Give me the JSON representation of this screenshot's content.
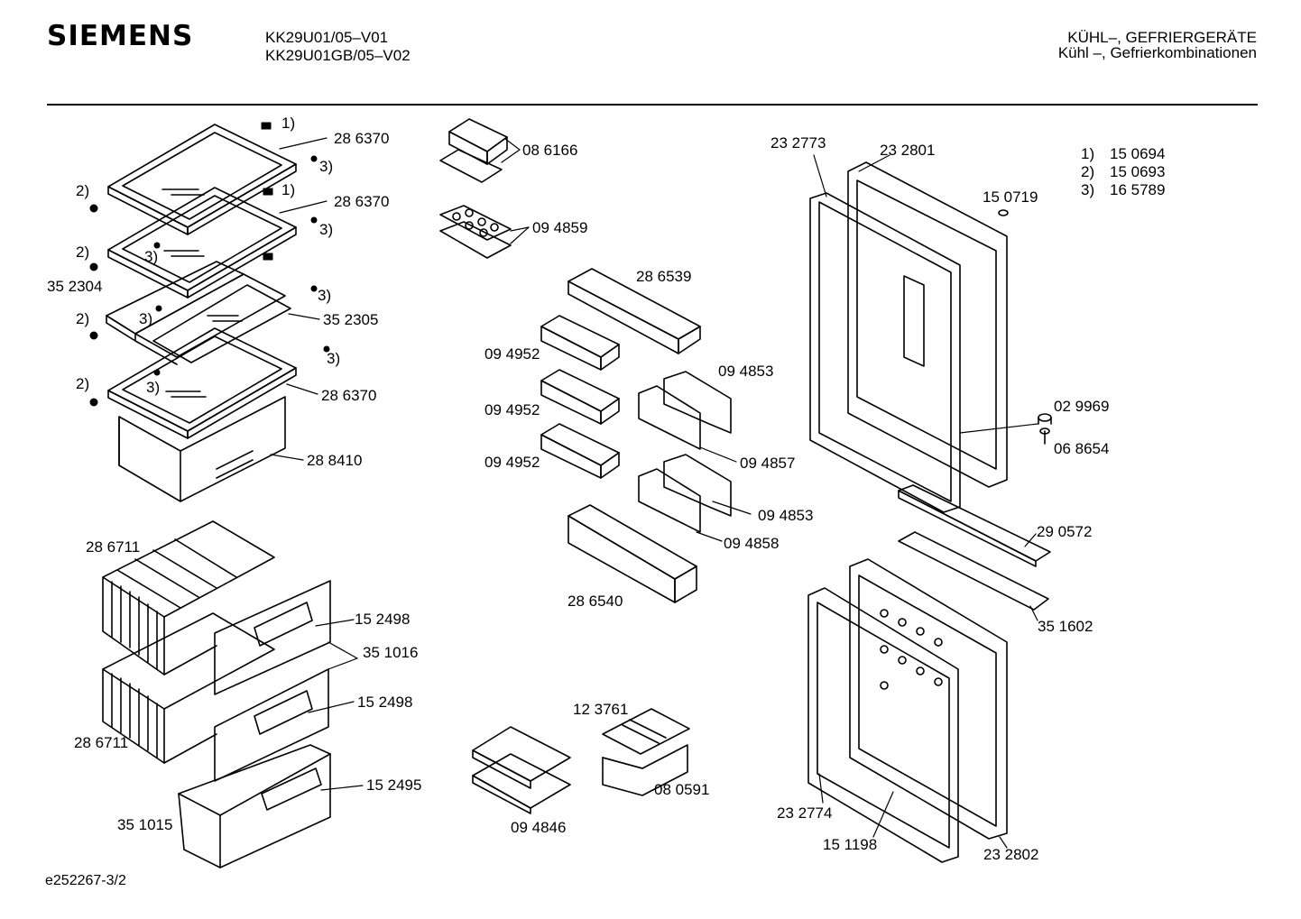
{
  "header": {
    "brand": "SIEMENS",
    "model_line_1": "KK29U01/05–V01",
    "model_line_2": "KK29U01GB/05–V02",
    "category_line_1": "KÜHL–, GEFRIERGERÄTE",
    "category_line_2": "Kühl –, Gefrierkombinationen"
  },
  "legend": [
    {
      "key": "1)",
      "part": "15 0694"
    },
    {
      "key": "2)",
      "part": "15 0693"
    },
    {
      "key": "3)",
      "part": "16 5789"
    }
  ],
  "labels": {
    "p286370_a": "28 6370",
    "p286370_b": "28 6370",
    "p286370_c": "28 6370",
    "p352304": "35 2304",
    "p352305": "35 2305",
    "p288410": "28 8410",
    "p286711_a": "28 6711",
    "p286711_b": "28 6711",
    "p152498_a": "15 2498",
    "p152498_b": "15 2498",
    "p351016": "35 1016",
    "p152495": "15 2495",
    "p351015": "35 1015",
    "p086166": "08 6166",
    "p094859": "09 4859",
    "p286539": "28 6539",
    "p094952_a": "09 4952",
    "p094952_b": "09 4952",
    "p094952_c": "09 4952",
    "p094853_a": "09 4853",
    "p094857": "09 4857",
    "p094853_b": "09 4853",
    "p094858": "09 4858",
    "p286540": "28 6540",
    "p123761": "12 3761",
    "p080591": "08 0591",
    "p094846": "09 4846",
    "p232773": "23 2773",
    "p232801": "23 2801",
    "p150719": "15 0719",
    "p029969": "02 9969",
    "p068654": "06 8654",
    "p290572": "29 0572",
    "p351602": "35 1602",
    "p232774": "23 2774",
    "p151198": "15 1198",
    "p232802": "23 2802"
  },
  "callouts": {
    "c1_a": "1)",
    "c1_b": "1)",
    "c2_a": "2)",
    "c2_b": "2)",
    "c2_c": "2)",
    "c2_d": "2)",
    "c3_a": "3)",
    "c3_b": "3)",
    "c3_c": "3)",
    "c3_d": "3)",
    "c3_e": "3)",
    "c3_f": "3)",
    "c3_g": "3)"
  },
  "footer": {
    "doc_id": "e252267-3/2"
  }
}
